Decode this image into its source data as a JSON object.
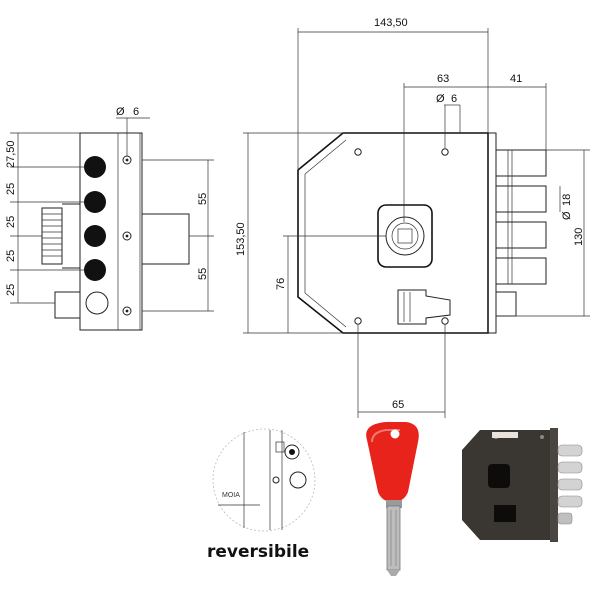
{
  "dimensions": {
    "overall_width": "143,50",
    "backset": "63",
    "bolt_projection": "41",
    "top_hole_dia_right": "6",
    "top_hole_dia_left": "6",
    "height": "153,50",
    "body_height": "130",
    "bolt_dia": "18",
    "cylinder_axis_height": "76",
    "bottom_holes": "65",
    "side_top": "27,50",
    "side_pitch_1": "25",
    "side_pitch_2": "25",
    "side_pitch_3": "25",
    "side_pitch_4": "25",
    "side_right_upper": "55",
    "side_right_lower": "55"
  },
  "diameter_symbol": "Ø",
  "brand_mark": "MOIA",
  "caption": "reversibile",
  "colors": {
    "key_head": "#e8231b",
    "lock_body": "#3a3632",
    "bolts": "#c9c9c9",
    "drawing_lines": "#222222"
  }
}
